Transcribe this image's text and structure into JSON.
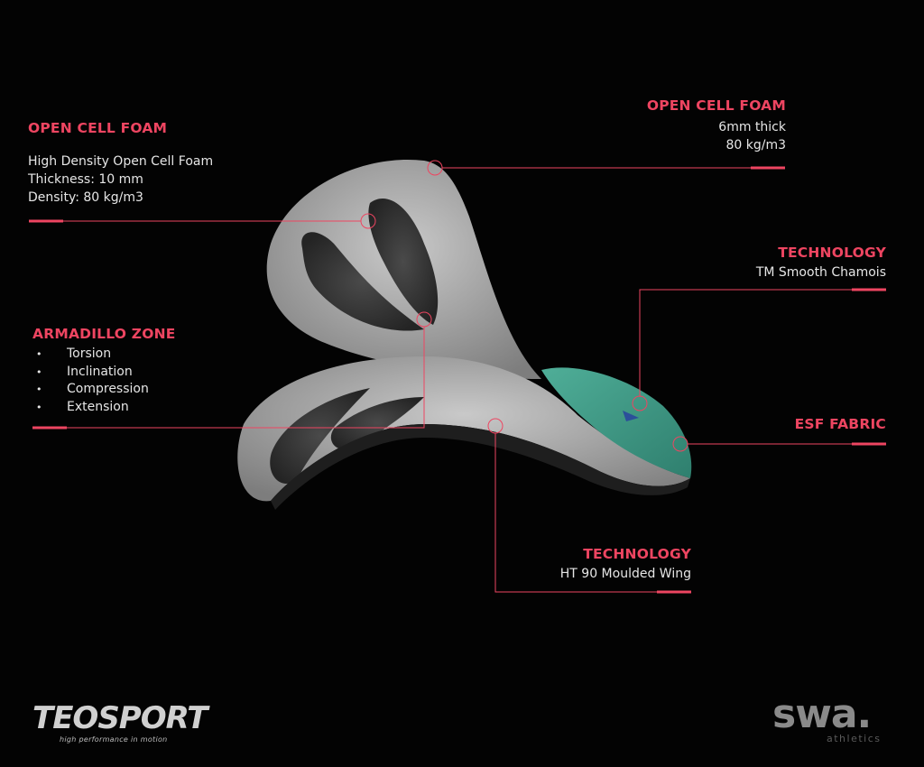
{
  "colors": {
    "accent": "#ee4561",
    "background": "#030303",
    "text": "#e6e6e6"
  },
  "callouts": {
    "left_foam": {
      "title": "OPEN CELL FOAM",
      "lines": [
        "High Density Open Cell Foam",
        "Thickness: 10  mm",
        "Density: 80 kg/m3"
      ]
    },
    "top_foam": {
      "title": "OPEN CELL FOAM",
      "lines": [
        "6mm thick",
        "80 kg/m3"
      ]
    },
    "tech_chamois": {
      "title": "TECHNOLOGY",
      "lines": [
        "TM Smooth Chamois"
      ]
    },
    "armadillo": {
      "title": "ARMADILLO ZONE",
      "items": [
        "Torsion",
        "Inclination",
        "Compression",
        "Extension"
      ]
    },
    "esf": {
      "title": "ESF FABRIC"
    },
    "tech_wing": {
      "title": "TECHNOLOGY",
      "lines": [
        "HT 90 Moulded Wing"
      ]
    }
  },
  "brands": {
    "left_logo": "TEOSPORT",
    "left_tagline": "high performance in motion",
    "right_logo": "swa.",
    "right_tagline": "athletics"
  }
}
